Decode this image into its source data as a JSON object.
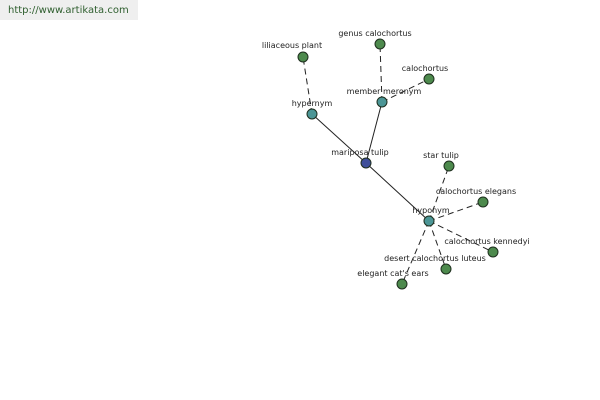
{
  "header": {
    "url": "http://www.artikata.com"
  },
  "colors": {
    "center": "#3f4f9a",
    "relation": "#4c9696",
    "leaf": "#4d8a4d",
    "node_stroke": "#1e2e1e"
  },
  "graph": {
    "center": "mariposa tulip",
    "relations": {
      "hypernym": "hypernym",
      "member_meronym": "member meronym",
      "hyponym": "hyponym"
    },
    "leaves": {
      "liliaceous_plant": "liliaceous plant",
      "genus_calochortus": "genus calochortus",
      "calochortus": "calochortus",
      "star_tulip": "star tulip",
      "calochortus_elegans": "calochortus elegans",
      "calochortus_kennedyi": "calochortus kennedyi",
      "desert_calochortus_luteus": "desert calochortus luteus",
      "elegant_cats_ears": "elegant cat's ears"
    }
  }
}
